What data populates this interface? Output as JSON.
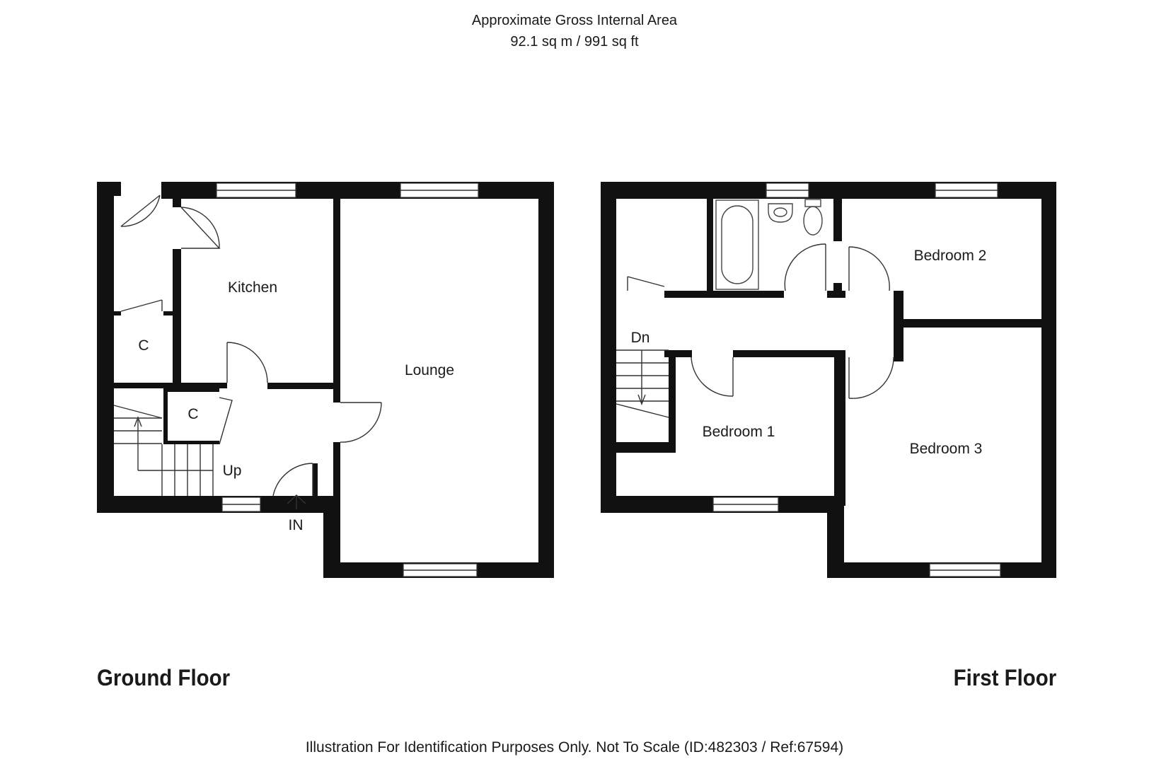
{
  "header": {
    "line1": "Approximate Gross Internal Area",
    "line2": "92.1 sq m / 991 sq ft"
  },
  "ground_floor": {
    "title": "Ground Floor",
    "rooms": {
      "kitchen": "Kitchen",
      "lounge": "Lounge",
      "cupboard_1": "C",
      "cupboard_2": "C"
    },
    "stairs_label": "Up",
    "entrance_label": "IN"
  },
  "first_floor": {
    "title": "First Floor",
    "rooms": {
      "bedroom_1": "Bedroom 1",
      "bedroom_2": "Bedroom 2",
      "bedroom_3": "Bedroom 3"
    },
    "stairs_label": "Dn"
  },
  "footer": {
    "disclaimer": "Illustration For Identification Purposes Only. Not To Scale (ID:482303 / Ref:67594)"
  },
  "colors": {
    "wall": "#111111",
    "background": "#ffffff"
  }
}
